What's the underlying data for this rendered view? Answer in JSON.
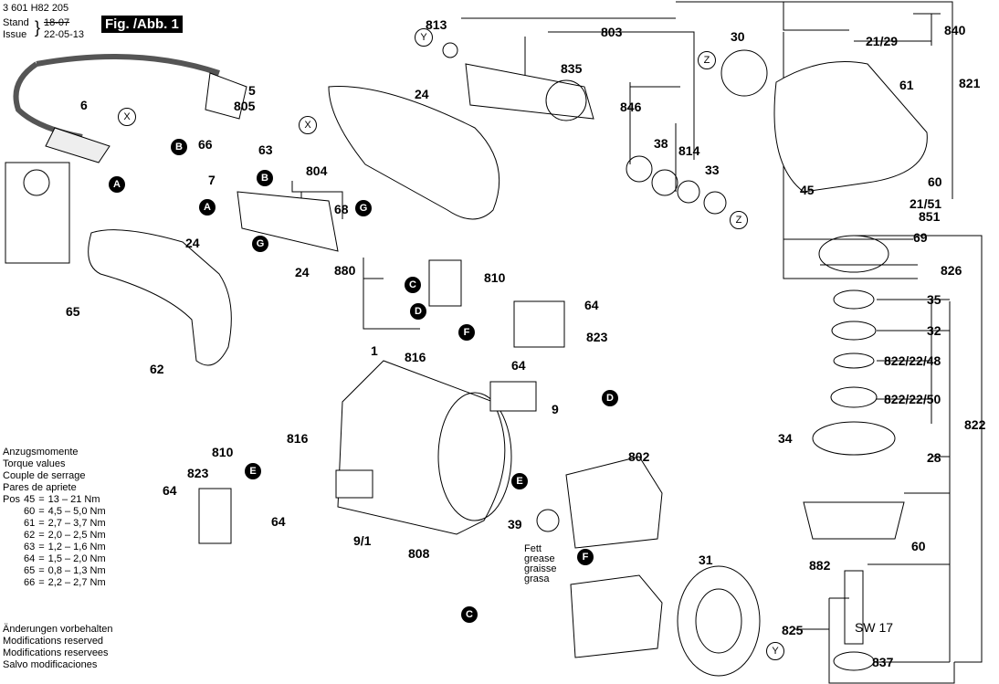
{
  "header": {
    "doc_number": "3 601 H82 205",
    "stand_label": "Stand",
    "issue_label": "Issue",
    "stand_date": "18-07",
    "issue_date": "22-05-13",
    "figure": "Fig. /Abb. 1"
  },
  "labels": [
    "813",
    "803",
    "835",
    "30",
    "840",
    "21/29",
    "821",
    "61",
    "5",
    "805",
    "24",
    "846",
    "38",
    "814",
    "33",
    "6",
    "66",
    "63",
    "7",
    "804",
    "68",
    "24",
    "24",
    "880",
    "810",
    "45",
    "60",
    "21/51",
    "851",
    "69",
    "826",
    "65",
    "64",
    "823",
    "35",
    "32",
    "822/22/48",
    "822/22/50",
    "1",
    "816",
    "64",
    "9",
    "62",
    "822",
    "34",
    "28",
    "810",
    "816",
    "802",
    "823",
    "64",
    "64",
    "39",
    "9/1",
    "808",
    "31",
    "60",
    "882",
    "825",
    "SW 17",
    "837"
  ],
  "grease_note": [
    "Fett",
    "grease",
    "graisse",
    "grasa"
  ],
  "markers": [
    "Y",
    "X",
    "B",
    "A",
    "B",
    "A",
    "G",
    "G",
    "C",
    "D",
    "X",
    "Z",
    "Z",
    "F",
    "D",
    "E",
    "E",
    "F",
    "C",
    "Y"
  ],
  "torque": {
    "titles": [
      "Anzugsmomente",
      "Torque values",
      "Couple de serrage",
      "Pares de apriete"
    ],
    "pos_label": "Pos",
    "rows": [
      {
        "pos": "45",
        "value": "13 – 21 Nm"
      },
      {
        "pos": "60",
        "value": "4,5 – 5,0 Nm"
      },
      {
        "pos": "61",
        "value": "2,7 – 3,7 Nm"
      },
      {
        "pos": "62",
        "value": "2,0 – 2,5 Nm"
      },
      {
        "pos": "63",
        "value": "1,2 – 1,6 Nm"
      },
      {
        "pos": "64",
        "value": "1,5 – 2,0 Nm"
      },
      {
        "pos": "65",
        "value": "0,8 – 1,3 Nm"
      },
      {
        "pos": "66",
        "value": "2,2 – 2,7 Nm"
      }
    ]
  },
  "notes": [
    "Änderungen vorbehalten",
    "Modifications reserved",
    "Modifications reservees",
    "Salvo modificaciones"
  ]
}
